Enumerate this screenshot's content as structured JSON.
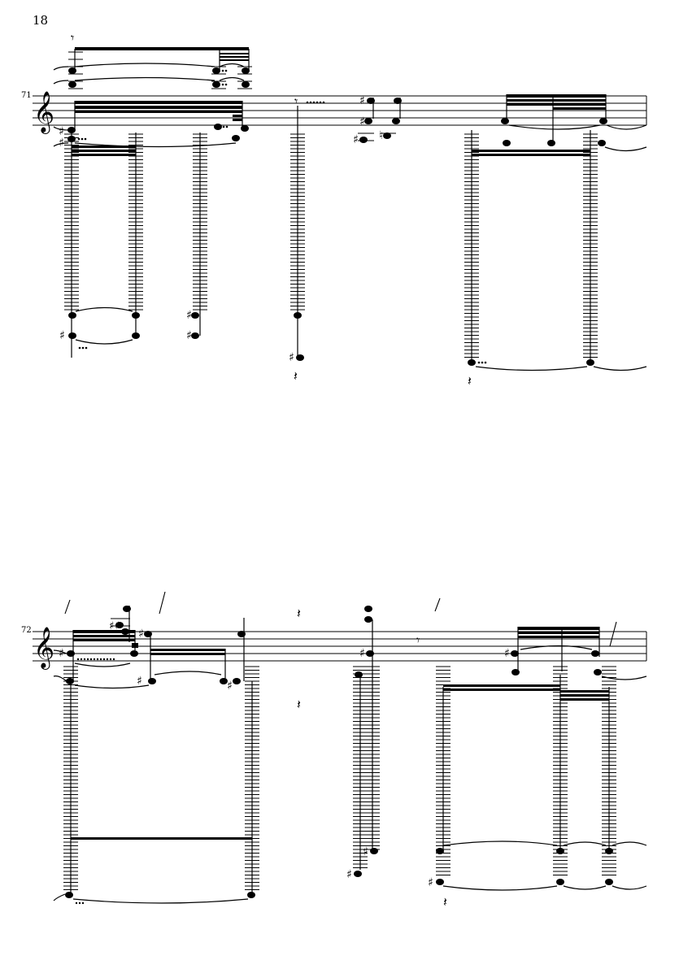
{
  "page": {
    "number": "18"
  },
  "systems": [
    {
      "measure_number": "71",
      "clef": "treble-clef"
    },
    {
      "measure_number": "72",
      "clef": "treble-clef"
    }
  ],
  "icons": {
    "clef": "treble-clef-icon",
    "sharp": "sharp-icon",
    "rest": "quarter-rest-icon",
    "eighth_rest": "eighth-rest-icon",
    "grace": "grace-note-icon"
  }
}
